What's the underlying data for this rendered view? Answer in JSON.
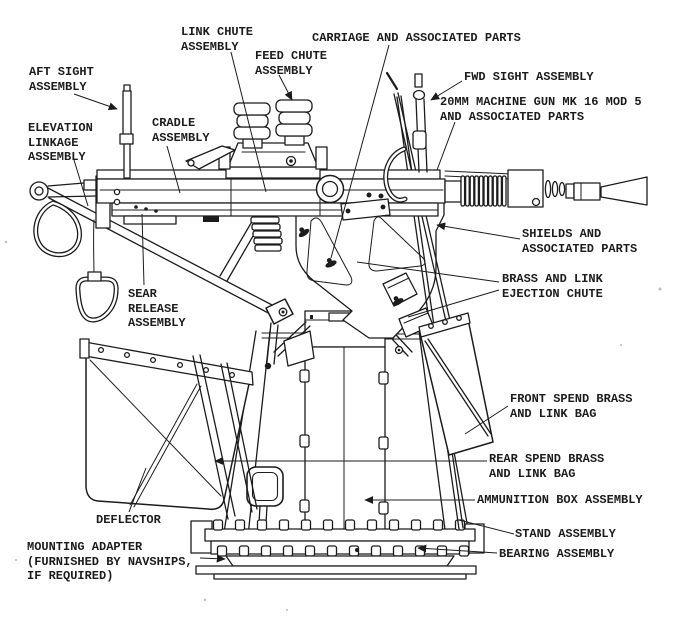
{
  "diagram": {
    "title": "20MM Machine Gun MK 16 MOD 5 mount - exploded nomenclature diagram",
    "colors": {
      "ink": "#1c1c1c",
      "paper": "#ffffff"
    },
    "labels": {
      "link_chute": "LINK CHUTE\nASSEMBLY",
      "carriage": "CARRIAGE AND ASSOCIATED PARTS",
      "feed_chute": "FEED CHUTE\nASSEMBLY",
      "aft_sight": "AFT SIGHT\nASSEMBLY",
      "fwd_sight": "FWD SIGHT ASSEMBLY",
      "gun": "20MM MACHINE GUN MK 16 MOD 5\nAND ASSOCIATED PARTS",
      "elevation": "ELEVATION\nLINKAGE\nASSEMBLY",
      "cradle": "CRADLE\nASSEMBLY",
      "shields": "SHIELDS AND\nASSOCIATED PARTS",
      "brass_link": "BRASS AND LINK\nEJECTION CHUTE",
      "sear": "SEAR\nRELEASE\nASSEMBLY",
      "front_spend": "FRONT SPEND BRASS\nAND LINK BAG",
      "rear_spend": "REAR SPEND BRASS\nAND LINK BAG",
      "ammo_box": "AMMUNITION BOX ASSEMBLY",
      "stand": "STAND ASSEMBLY",
      "bearing": "BEARING ASSEMBLY",
      "deflector": "DEFLECTOR",
      "mounting": "MOUNTING ADAPTER\n(FURNISHED BY NAVSHIPS,\nIF REQUIRED)"
    }
  }
}
